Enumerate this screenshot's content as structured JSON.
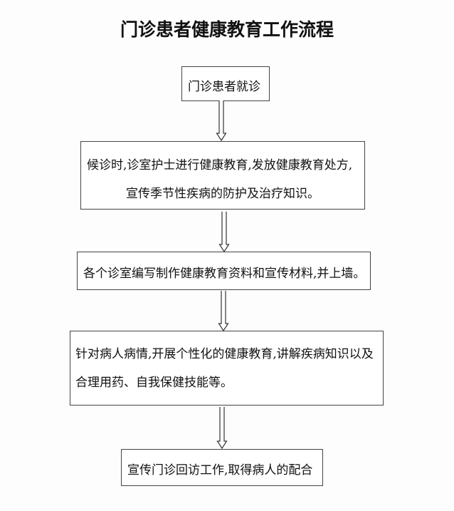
{
  "title": "门诊患者健康教育工作流程",
  "steps": [
    {
      "lines": [
        "门诊患者就诊"
      ]
    },
    {
      "lines": [
        "候诊时,诊室护士进行健康教育,发放健康教育处方,",
        "宣传季节性疾病的防护及治疗知识。"
      ]
    },
    {
      "lines": [
        "各个诊室编写制作健康教育资料和宣传材料,并上墙。"
      ]
    },
    {
      "lines": [
        "针对病人病情,开展个性化的健康教育,讲解疾病知识以及",
        "合理用药、自我保健技能等。"
      ]
    },
    {
      "lines": [
        "宣传门诊回访工作,取得病人的配合"
      ]
    }
  ]
}
